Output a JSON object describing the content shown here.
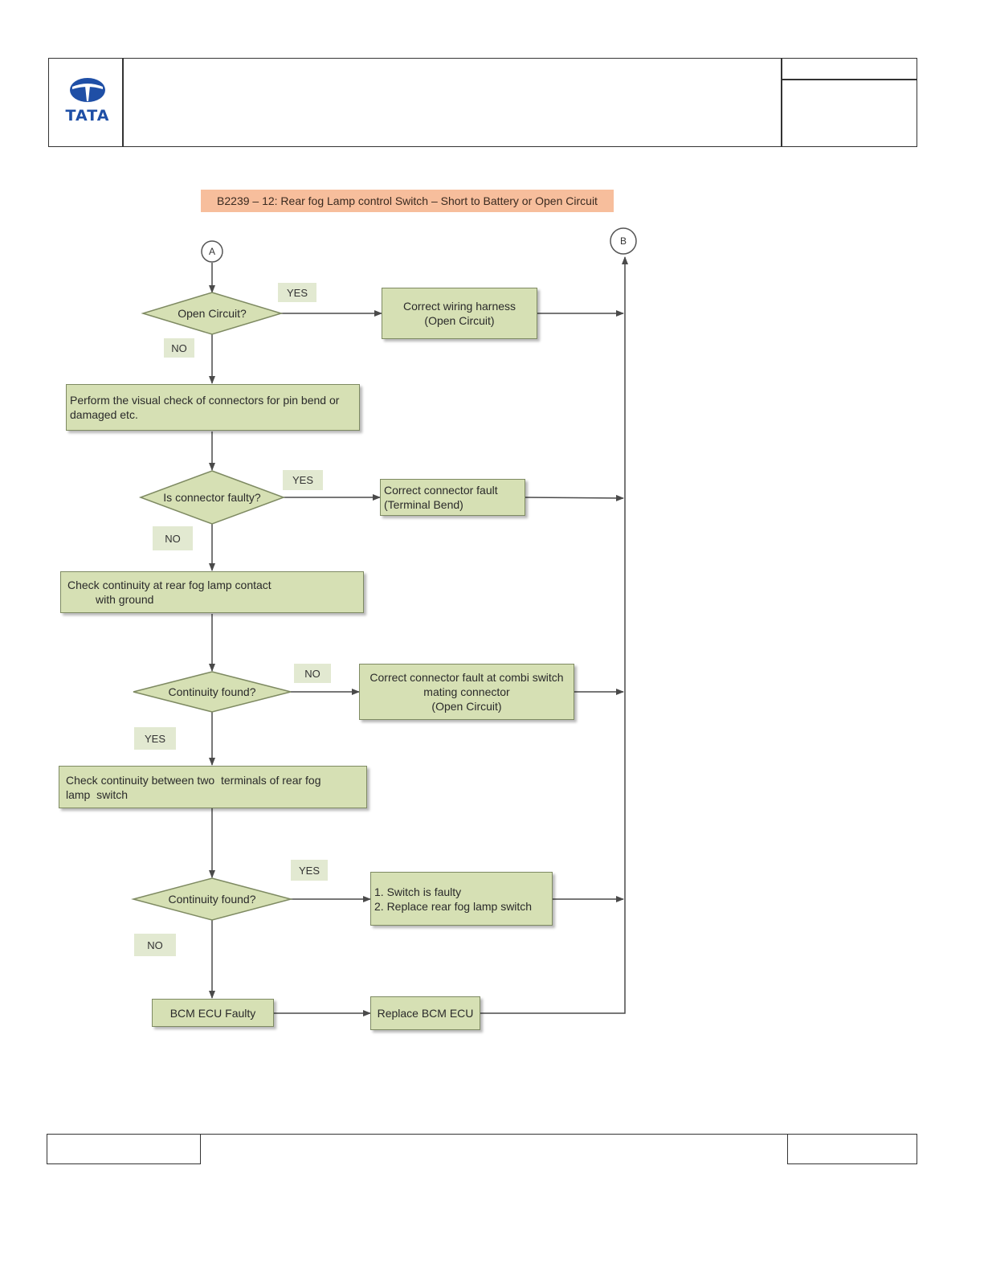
{
  "header": {
    "logo_text": "TATA"
  },
  "title_bar": "B2239 – 12: Rear fog Lamp control Switch –  Short to Battery or Open Circuit",
  "connectors": {
    "a": "A",
    "b": "B"
  },
  "colors": {
    "node_fill": "#d6e0b4",
    "node_border": "#7e8a62",
    "label_fill": "#e2e9d1",
    "title_fill": "#f7be9c",
    "line": "#4a4a4a",
    "logo_blue": "#1f4fa6"
  },
  "flow": {
    "d1": "Open Circuit?",
    "d1_yes": "YES",
    "d1_no": "NO",
    "r1": "Correct wiring harness\n(Open Circuit)",
    "p1": "Perform the visual check of connectors for pin bend or\ndamaged etc.",
    "d2": "Is connector faulty?",
    "d2_yes": "YES",
    "d2_no": "NO",
    "r2": "Correct connector fault\n(Terminal Bend)",
    "p2": "Check continuity at rear fog lamp contact\n         with ground",
    "d3": "Continuity found?",
    "d3_no": "NO",
    "d3_yes": "YES",
    "r3": "Correct connector fault at combi switch\nmating connector\n(Open Circuit)",
    "p3": "Check continuity between two  terminals of rear fog\nlamp  switch",
    "d4": "Continuity found?",
    "d4_yes": "YES",
    "d4_no": "NO",
    "r4": "1. Switch is faulty\n2. Replace rear fog lamp switch",
    "p4": "BCM ECU Faulty",
    "r5": "Replace BCM ECU"
  }
}
